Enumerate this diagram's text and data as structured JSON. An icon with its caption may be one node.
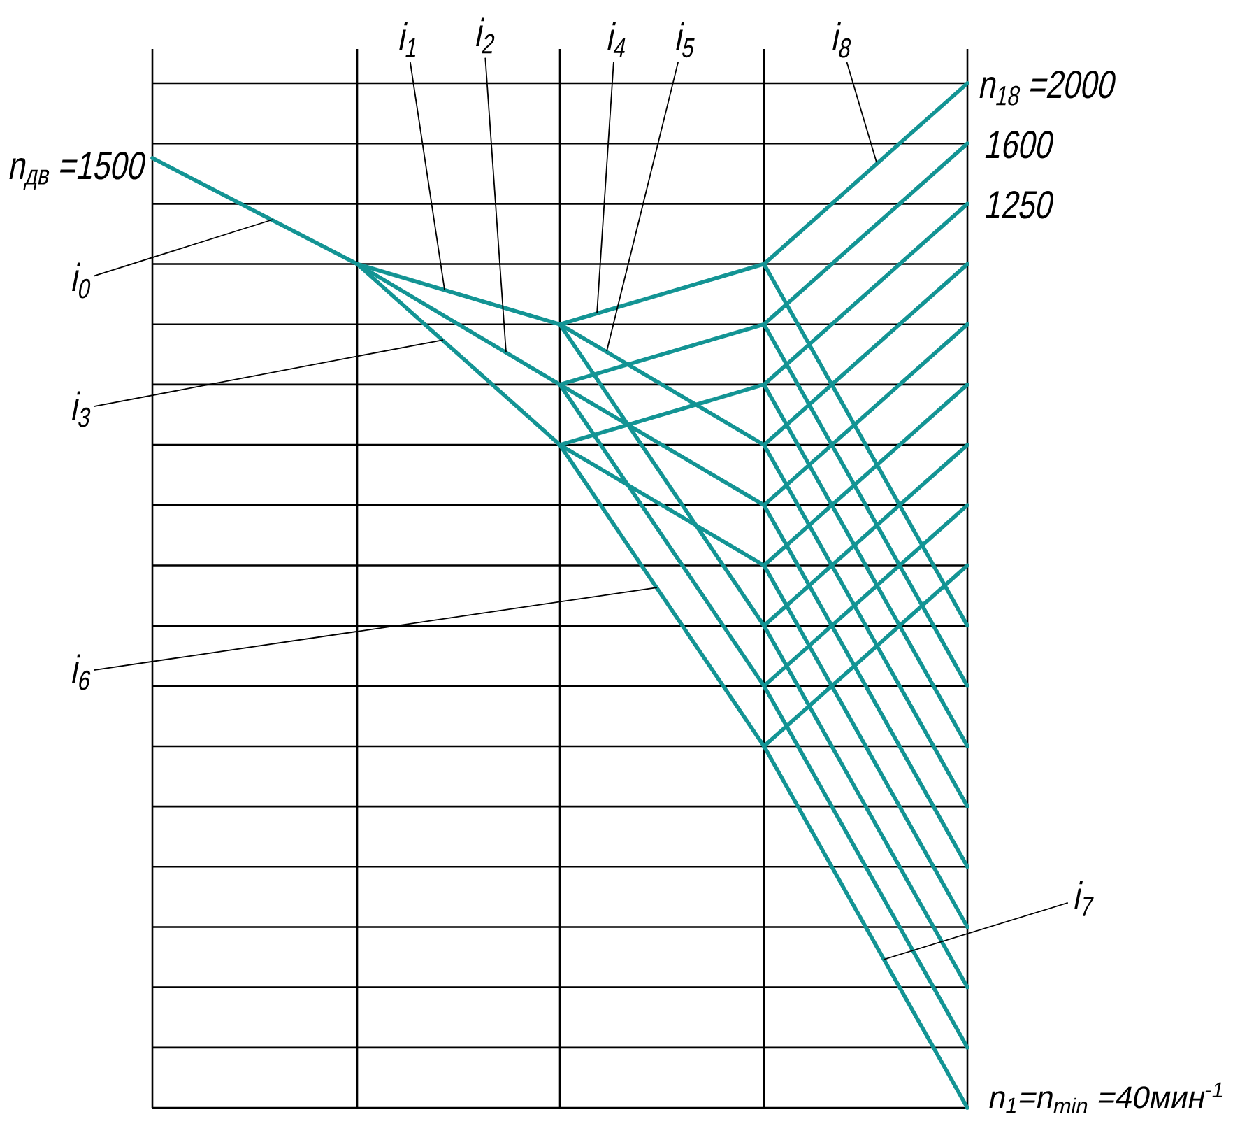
{
  "diagram": {
    "nodes": [
      {
        "text": [
          "i$_{1}$"
        ]
      },
      {
        "text": [
          "i$_{2}$"
        ]
      },
      {
        "text": [
          "i$_{4}$"
        ]
      },
      {
        "text": [
          "i$_{5}$"
        ]
      },
      {
        "text": [
          "i$_{8}$"
        ]
      },
      {
        "text": [
          "i$_{0}$"
        ]
      },
      {
        "text": [
          "i$_{3}$"
        ]
      },
      {
        "text": [
          "i$_{6}$"
        ]
      },
      {
        "text": [
          "i$_{7}$"
        ]
      }
    ],
    "edges": [
      {
        "from": 0,
        "to": null,
        "arrow": "none"
      },
      {
        "from": 1,
        "to": null,
        "arrow": "none"
      },
      {
        "from": 2,
        "to": null,
        "arrow": "none"
      },
      {
        "from": 3,
        "to": null,
        "arrow": "none"
      },
      {
        "from": 4,
        "to": null,
        "arrow": "none"
      },
      {
        "from": 5,
        "to": null,
        "arrow": "none"
      },
      {
        "from": 6,
        "to": null,
        "arrow": "none"
      },
      {
        "from": 7,
        "to": null,
        "arrow": "none"
      },
      {
        "from": 8,
        "to": null,
        "arrow": "none"
      }
    ],
    "labels": [
      "n$_{18}$ =2000",
      "1600",
      "n$_{дв}$ =1500",
      "1250",
      "n$_{1}$=n$_{min}$ =40мин$^{-1}$"
    ]
  }
}
